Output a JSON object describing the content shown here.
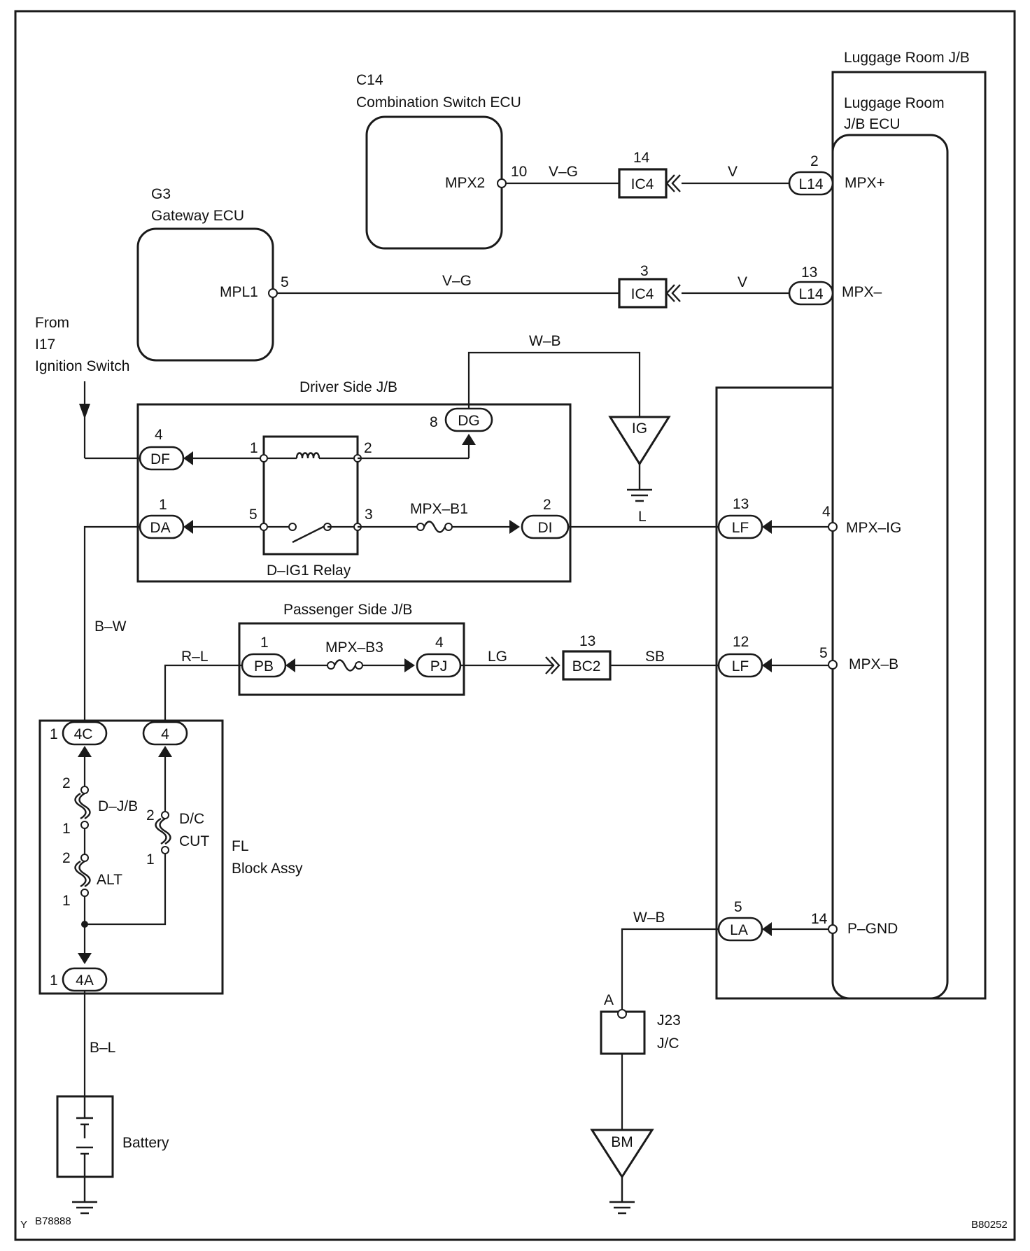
{
  "codes": {
    "left": "B78888",
    "left_mark": "Y",
    "right": "B80252"
  },
  "c14": {
    "id": "C14",
    "name": "Combination Switch ECU",
    "term": "MPX2",
    "pin": "10"
  },
  "g3": {
    "id": "G3",
    "name": "Gateway ECU",
    "term": "MPL1",
    "pin": "5"
  },
  "luggage": {
    "jb": "Luggage Room J/B",
    "ecu_l1": "Luggage Room",
    "ecu_l2": "J/B ECU",
    "terms": {
      "mpx_plus": "MPX+",
      "mpx_minus": "MPX–",
      "mpx_ig": "MPX–IG",
      "mpx_b": "MPX–B",
      "p_gnd": "P–GND"
    },
    "pins": {
      "mpx_plus": "2",
      "mpx_minus": "13",
      "mpx_ig": "4",
      "mpx_b": "5",
      "p_gnd": "14"
    }
  },
  "connectors": {
    "ic4_top": {
      "label": "IC4",
      "pin": "14"
    },
    "ic4_bot": {
      "label": "IC4",
      "pin": "3"
    },
    "l14_top": {
      "label": "L14",
      "pin": "2"
    },
    "l14_bot": {
      "label": "L14",
      "pin": "13"
    },
    "lf_top": {
      "label": "LF",
      "pin": "13"
    },
    "lf_bot": {
      "label": "LF",
      "pin": "12"
    },
    "la": {
      "label": "LA",
      "pin": "5"
    },
    "bc2": {
      "label": "BC2",
      "pin": "13"
    },
    "df": {
      "label": "DF",
      "pin": "4"
    },
    "da": {
      "label": "DA",
      "pin": "1"
    },
    "dg": {
      "label": "DG",
      "pin": "8"
    },
    "di": {
      "label": "DI",
      "pin": "2"
    },
    "pb": {
      "label": "PB",
      "pin": "1"
    },
    "pj": {
      "label": "PJ",
      "pin": "4"
    },
    "c4c": {
      "label": "4C",
      "pin": "1"
    },
    "c4": {
      "label": "4"
    },
    "c4a": {
      "label": "4A",
      "pin": "1"
    }
  },
  "wires": {
    "vg_top": "V–G",
    "vg_bot": "V–G",
    "v_top": "V",
    "v_bot": "V",
    "wb_top": "W–B",
    "l": "L",
    "bw": "B–W",
    "rl": "R–L",
    "lg": "LG",
    "sb": "SB",
    "wb_bot": "W–B",
    "bl": "B–L"
  },
  "from": {
    "l1": "From",
    "l2": "I17",
    "l3": "Ignition Switch"
  },
  "driver_jb": {
    "title": "Driver Side J/B",
    "relay": "D–IG1 Relay",
    "relay_pins": {
      "p1": "1",
      "p2": "2",
      "p5": "5",
      "p3": "3"
    },
    "fuse": "MPX–B1"
  },
  "passenger_jb": {
    "title": "Passenger Side J/B",
    "fuse": "MPX–B3"
  },
  "grounds": {
    "ig": "IG",
    "bm": "BM"
  },
  "fl": {
    "title_l1": "FL",
    "title_l2": "Block Assy",
    "djb": {
      "label": "D–J/B",
      "pin_top": "2",
      "pin_bot": "1"
    },
    "alt": {
      "label": "ALT",
      "pin_top": "2",
      "pin_bot": "1"
    },
    "dc": {
      "label_l1": "D/C",
      "label_l2": "CUT",
      "pin_top": "2",
      "pin_bot": "1"
    }
  },
  "j23": {
    "id": "J23",
    "type": "J/C",
    "pin": "A"
  },
  "battery": {
    "label": "Battery"
  }
}
